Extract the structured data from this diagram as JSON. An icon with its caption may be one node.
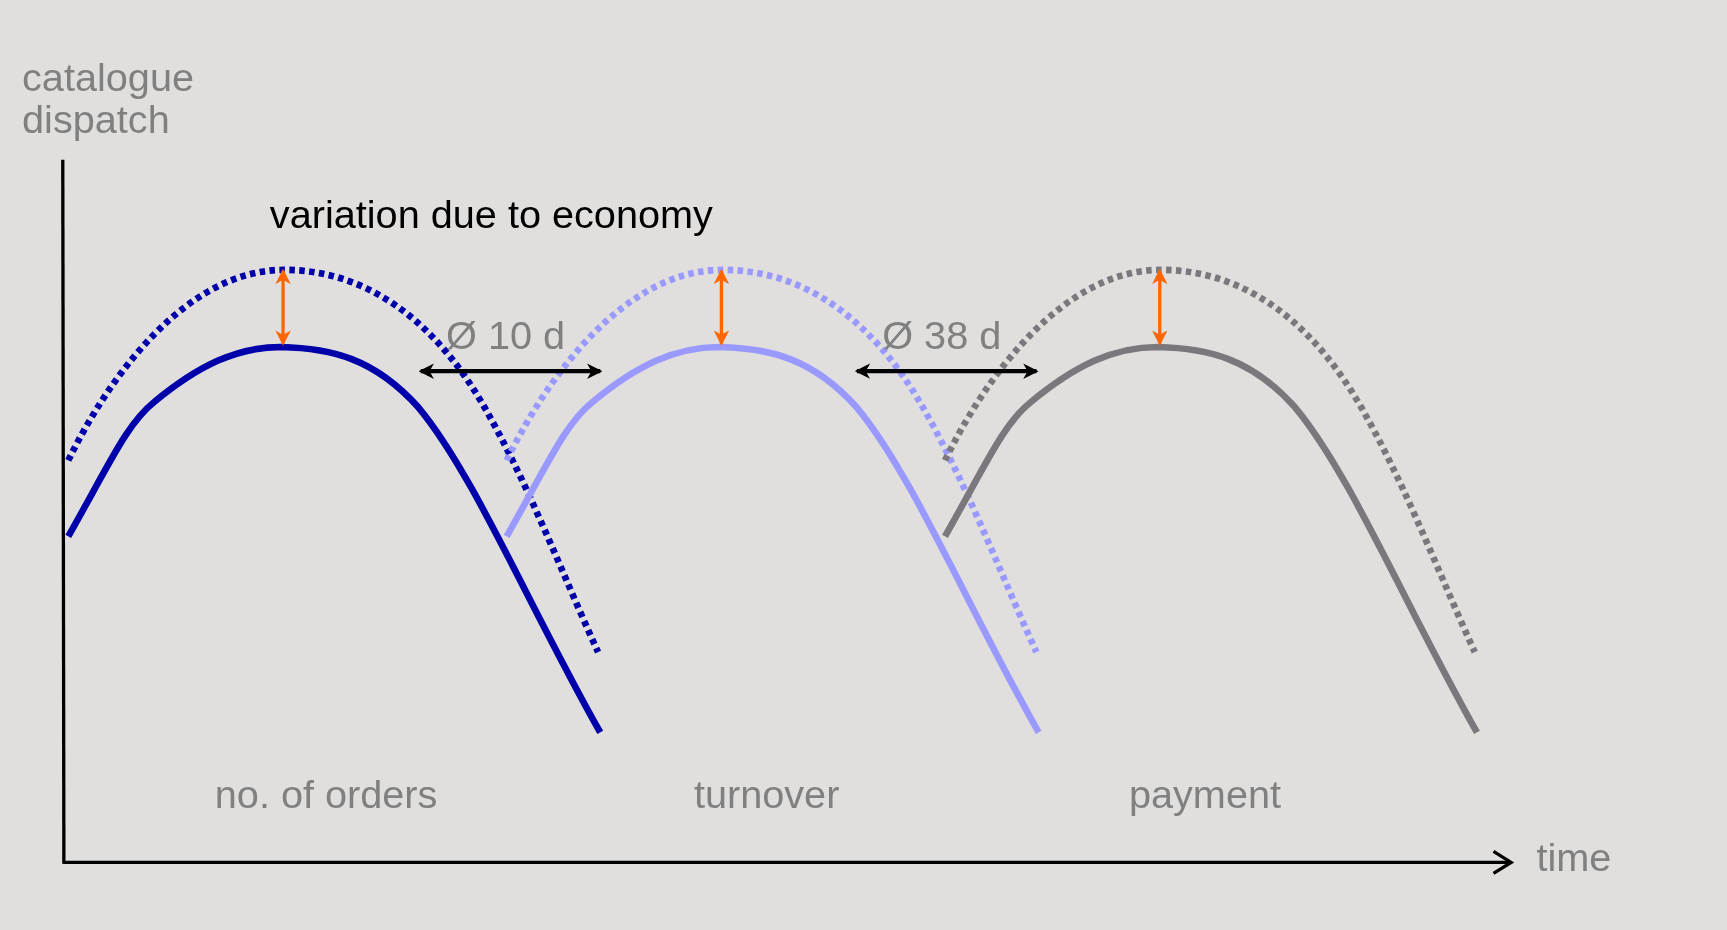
{
  "diagram": {
    "labels": [
      "catalogue dispatch",
      "variation due to economy",
      "Ø 10 d",
      "Ø 38 d",
      "no. of orders",
      "turnover",
      "payment",
      "time"
    ]
  }
}
